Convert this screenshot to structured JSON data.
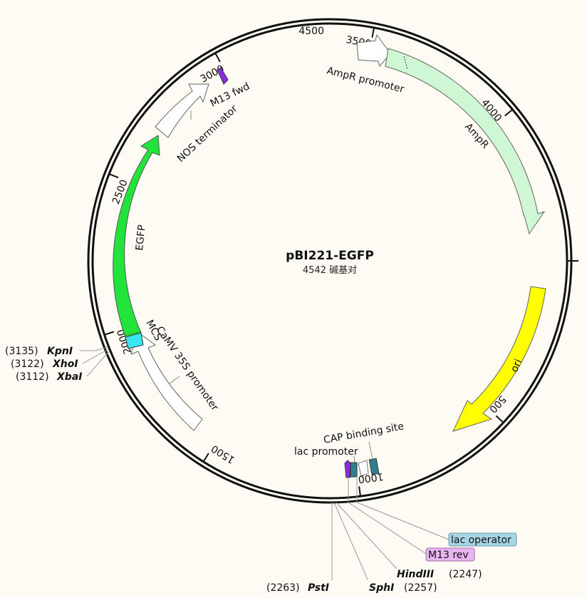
{
  "plasmid": {
    "name": "pBI221-EGFP",
    "length_label": "4542 碱基对",
    "total_bp": 4542
  },
  "ticks": [
    {
      "bp": 500,
      "label": "500"
    },
    {
      "bp": 1000,
      "label": "1000"
    },
    {
      "bp": 1500,
      "label": "1500"
    },
    {
      "bp": 2000,
      "label": "2000"
    },
    {
      "bp": 2500,
      "label": "2500"
    },
    {
      "bp": 3000,
      "label": "3000"
    },
    {
      "bp": 3500,
      "label": "3500"
    },
    {
      "bp": 4000,
      "label": "4000"
    },
    {
      "bp": 4500,
      "label": "4500"
    }
  ],
  "features": {
    "ampr_promoter": "AmpR promoter",
    "ampr": "AmpR",
    "ori": "ori",
    "cap_site": "CAP binding site",
    "lac_promoter": "lac promoter",
    "camv": "CaMV 35S promoter",
    "mcs": "MCS",
    "egfp": "EGFP",
    "nos": "NOS terminator",
    "m13fwd": "M13 fwd"
  },
  "sites": {
    "kpni": {
      "name": "KpnI",
      "pos": "(3135)"
    },
    "xhoi": {
      "name": "XhoI",
      "pos": "(3122)"
    },
    "xbai": {
      "name": "XbaI",
      "pos": "(3112)"
    },
    "psti": {
      "name": "PstI",
      "pos": "(2263)"
    },
    "sphi": {
      "name": "SphI",
      "pos": "(2257)"
    },
    "hindiii": {
      "name": "HindIII",
      "pos": "(2247)"
    }
  },
  "badges": {
    "lac_operator": "lac operator",
    "m13_rev": "M13 rev"
  },
  "colors": {
    "ampr": "#cff7d3",
    "ori": "#ffff00",
    "egfp": "#22e33a",
    "mcs": "#37e6f1",
    "lac": "#2f7f8f",
    "m13": "#8a2be2",
    "lac_operator_badge": "#a6d6e6",
    "m13_rev_badge": "#e7b6f0"
  }
}
